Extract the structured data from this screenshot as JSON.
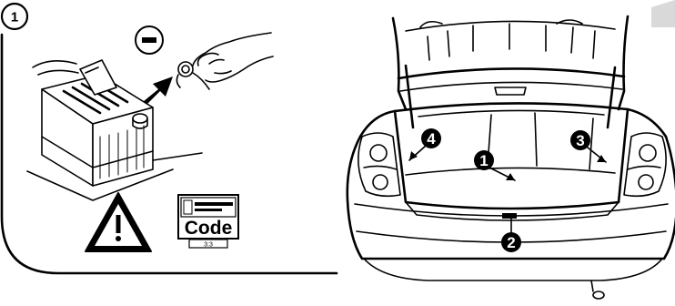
{
  "step_label": "1",
  "code_panel": {
    "word": "Code",
    "fraction": "3:3"
  },
  "callouts": [
    {
      "id": "callout-1",
      "label": "1"
    },
    {
      "id": "callout-2",
      "label": "2"
    },
    {
      "id": "callout-3",
      "label": "3"
    },
    {
      "id": "callout-4",
      "label": "4"
    }
  ],
  "icons": [
    "negative-terminal-icon",
    "warning-triangle-icon",
    "radio-code-icon",
    "battery-icon",
    "car-rear-icon"
  ],
  "colors": {
    "line": "#000000",
    "background": "#ffffff",
    "tab": "#d9d9d9"
  }
}
